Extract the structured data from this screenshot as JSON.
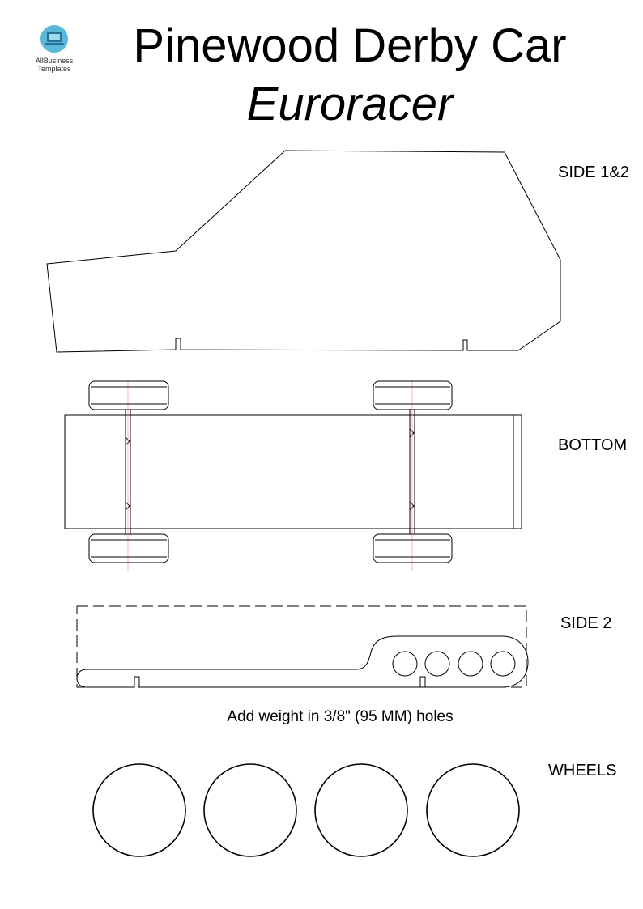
{
  "logo": {
    "line1": "AllBusiness",
    "line2": "Templates",
    "icon": "laptop-icon"
  },
  "title": {
    "main": "Pinewood Derby Car",
    "sub": "Euroracer"
  },
  "labels": {
    "side12": "SIDE 1&2",
    "bottom": "BOTTOM",
    "side2": "SIDE 2",
    "wheels": "WHEELS"
  },
  "caption": "Add weight in 3/8\" (95 MM) holes",
  "colors": {
    "logo_circle": "#5ab8d8",
    "logo_screen": "#2a6f96",
    "line": "#000000"
  }
}
